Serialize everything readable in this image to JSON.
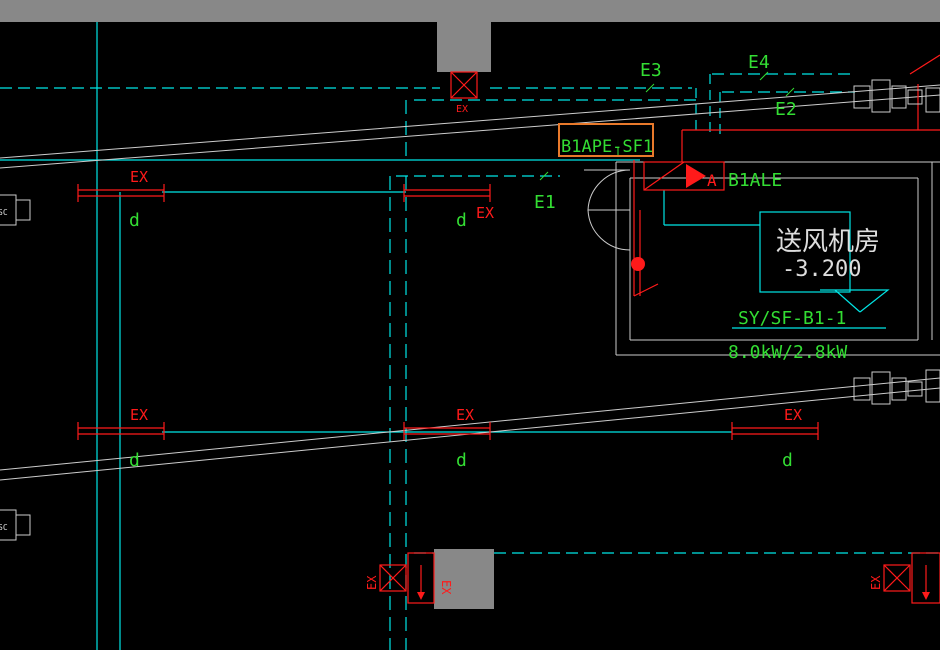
{
  "labels": {
    "e3": "E3",
    "e4": "E4",
    "e2": "E2",
    "e1": "E1",
    "panel_ape": "B1APE-SF1",
    "panel_ale": "B1ALE",
    "arrow_a": "A",
    "room_name": "送风机房",
    "room_level": "-3.200",
    "equipment_id": "SY/SF-B1-1",
    "equipment_power": "8.0kW/2.8kW",
    "ex": "EX",
    "d": "d",
    "sc": "SC"
  },
  "colors": {
    "background": "#000000",
    "cyan": "#00e5e5",
    "red": "#ff1a1a",
    "green": "#33dd33",
    "white": "#dddddd",
    "gray": "#888888",
    "highlight": "#e8792b"
  }
}
